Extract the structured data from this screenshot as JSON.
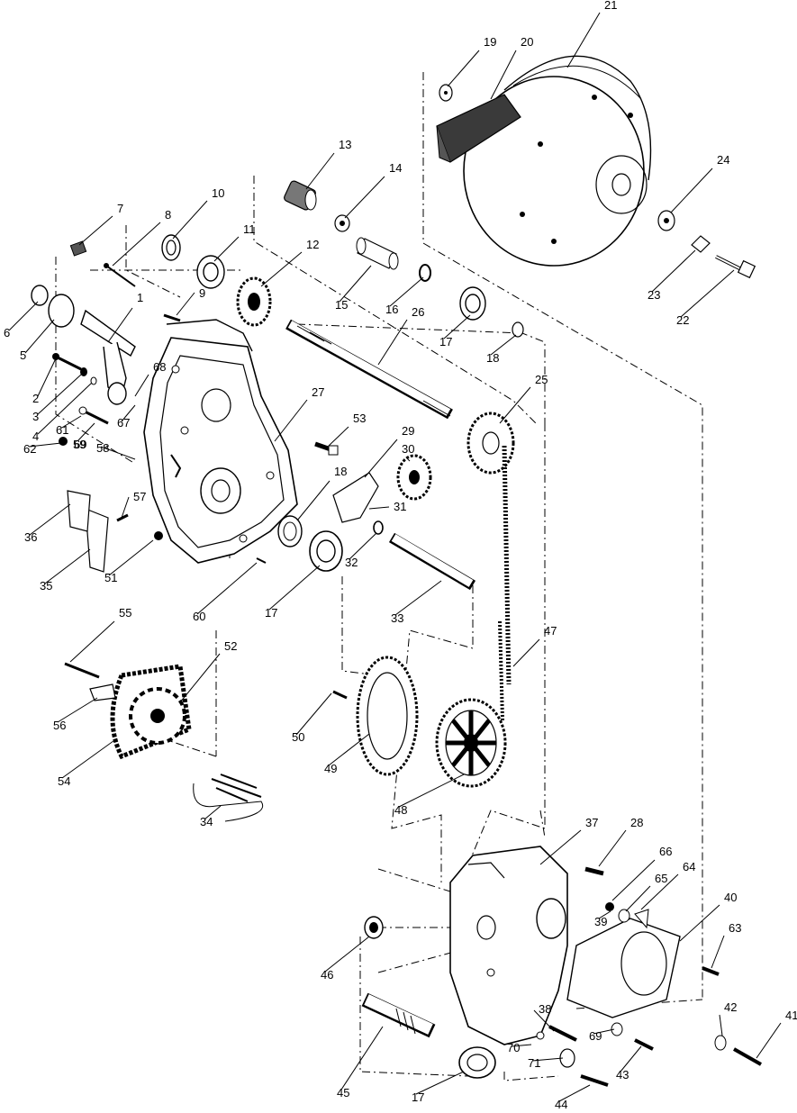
{
  "callouts": [
    "1",
    "2",
    "3",
    "4",
    "5",
    "6",
    "7",
    "8",
    "9",
    "10",
    "11",
    "12",
    "13",
    "14",
    "15",
    "16",
    "17",
    "17",
    "17",
    "17",
    "18",
    "18",
    "19",
    "20",
    "21",
    "22",
    "23",
    "24",
    "25",
    "26",
    "27",
    "28",
    "29",
    "30",
    "31",
    "32",
    "33",
    "34",
    "35",
    "36",
    "37",
    "38",
    "39",
    "40",
    "41",
    "42",
    "43",
    "44",
    "45",
    "46",
    "47",
    "48",
    "49",
    "50",
    "51",
    "52",
    "53",
    "54",
    "55",
    "56",
    "57",
    "58",
    "59",
    "60",
    "61",
    "62",
    "63",
    "64",
    "65",
    "66",
    "67",
    "68",
    "69",
    "69",
    "70",
    "71"
  ],
  "colors": {
    "ink": "#000000",
    "paper": "#ffffff",
    "shade": "#3a3a3a"
  }
}
